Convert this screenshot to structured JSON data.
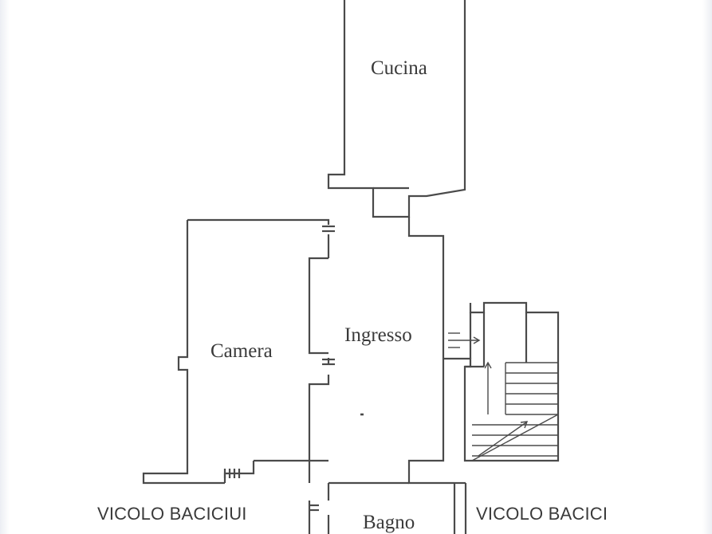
{
  "document": {
    "type": "floor-plan",
    "language": "it"
  },
  "rooms": [
    {
      "key": "cucina",
      "label": "Cucina"
    },
    {
      "key": "ingresso",
      "label": "Ingresso"
    },
    {
      "key": "camera",
      "label": "Camera"
    },
    {
      "key": "bagno",
      "label": "Bagno"
    }
  ],
  "streets": [
    {
      "key": "street-left",
      "label": "VICOLO BACICIUI"
    },
    {
      "key": "street-right",
      "label": "VICOLO BACICI"
    }
  ],
  "colors": {
    "background": "#ffffff",
    "wall_stroke": "#4a4a4a",
    "text": "#3a3a3a",
    "edge_tint": "#eceef3"
  }
}
